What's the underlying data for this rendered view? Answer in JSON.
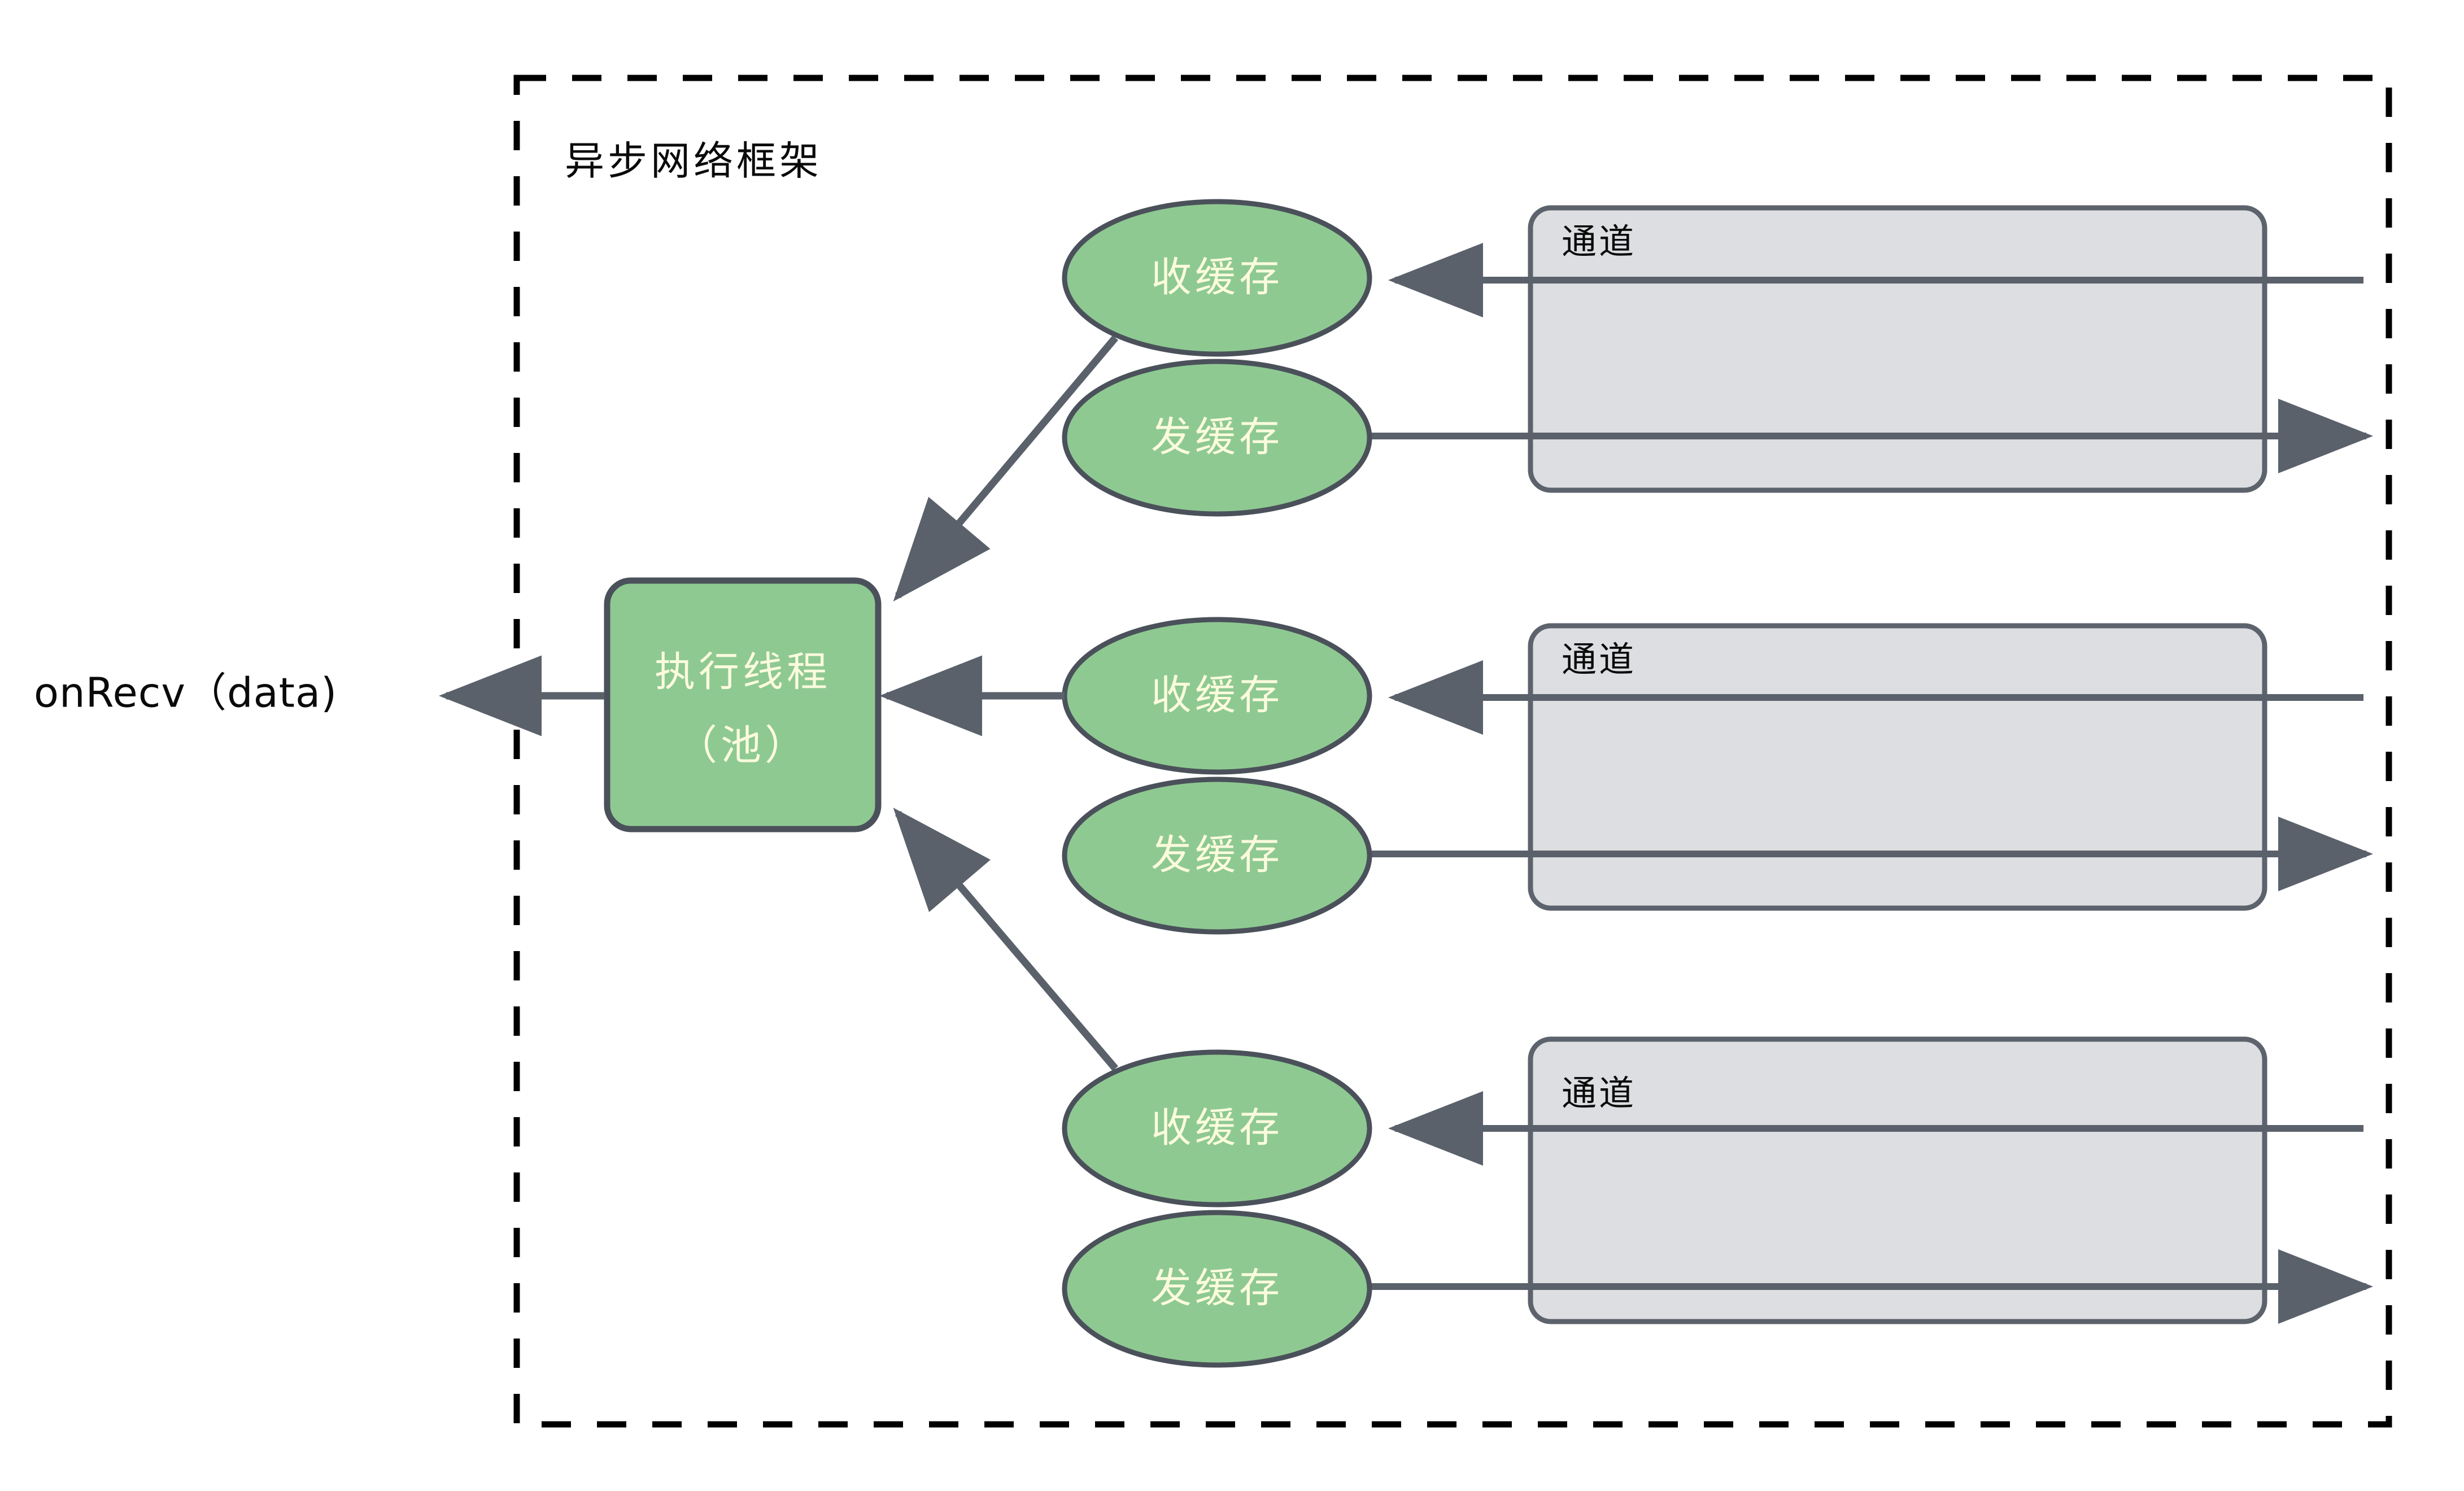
{
  "diagram": {
    "title": "异步网络框架",
    "external_callback": "onRecv（data)",
    "colors": {
      "node_fill": "#8ec992",
      "node_stroke": "#4b515a",
      "node_text": "#fbfbdd",
      "channel_fill": "#dcdee1",
      "channel_stroke": "#5d636c",
      "line": "#5a616b",
      "frame_border": "#000000",
      "background": "#ffffff"
    },
    "frame": {
      "label": "异步网络框架",
      "style": "dashed"
    },
    "thread_pool": {
      "line1": "执行线程",
      "line2": "（池）"
    },
    "rows": [
      {
        "recv_buffer": "收缓存",
        "send_buffer": "发缓存",
        "channel": "通道"
      },
      {
        "recv_buffer": "收缓存",
        "send_buffer": "发缓存",
        "channel": "通道"
      },
      {
        "recv_buffer": "收缓存",
        "send_buffer": "发缓存",
        "channel": "通道"
      }
    ]
  }
}
